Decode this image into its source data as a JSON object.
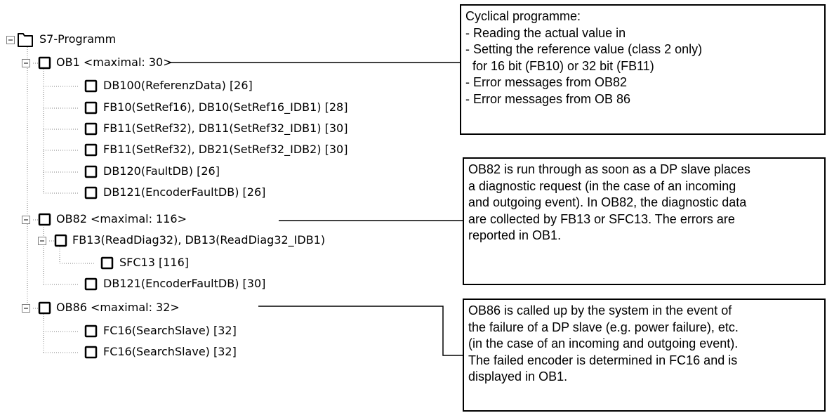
{
  "tree": {
    "root": "S7-Programm",
    "ob1": "OB1 <maximal: 30>",
    "ob1_children": [
      "DB100(ReferenzData)  [26]",
      "FB10(SetRef16), DB10(SetRef16_IDB1)  [28]",
      "FB11(SetRef32), DB11(SetRef32_IDB1)  [30]",
      "FB11(SetRef32), DB21(SetRef32_IDB2)  [30]",
      "DB120(FaultDB)  [26]",
      "DB121(EncoderFaultDB)  [26]"
    ],
    "ob82": "OB82 <maximal: 116>",
    "ob82_fb13": "FB13(ReadDiag32), DB13(ReadDiag32_IDB1)",
    "ob82_sfc13": "SFC13  [116]",
    "ob82_db121": "DB121(EncoderFaultDB)  [30]",
    "ob86": "OB86 <maximal: 32>",
    "ob86_children": [
      "FC16(SearchSlave)  [32]",
      "FC16(SearchSlave)  [32]"
    ]
  },
  "notes": {
    "ob1": [
      "Cyclical programme:",
      "- Reading the actual value in",
      "- Setting the reference value (class 2 only)",
      "  for 16 bit (FB10) or 32 bit (FB11)",
      "- Error messages from OB82",
      "- Error messages from OB 86"
    ],
    "ob82": [
      "OB82 is run through as soon as a DP slave places",
      "a diagnostic request (in the case of an incoming",
      "and outgoing event). In OB82, the diagnostic data",
      "are collected by FB13 or SFC13. The errors are",
      "reported in OB1."
    ],
    "ob86": [
      "OB86 is called up by the system in the event of",
      "the failure of a DP slave (e.g. power failure), etc.",
      "(in the case of an incoming and outgoing event).",
      "The failed encoder is determined in FC16 and is",
      "displayed in OB1."
    ]
  }
}
